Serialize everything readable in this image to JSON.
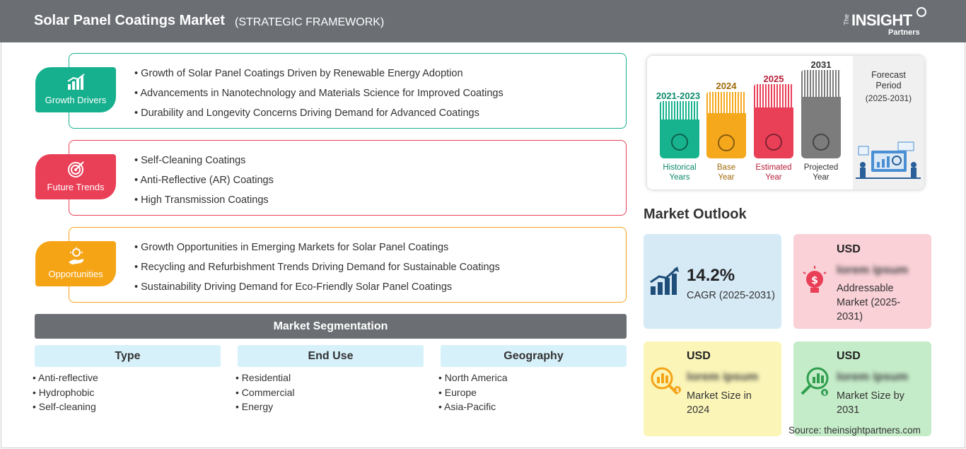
{
  "header": {
    "title": "Solar Panel Coatings Market",
    "subtitle": "(STRATEGIC FRAMEWORK)",
    "logo": {
      "the": "The",
      "insight": "INSIGHT",
      "partners": "Partners"
    }
  },
  "panels": {
    "growth_drivers": {
      "label": "Growth Drivers",
      "color": "#16b08e",
      "items": [
        "Growth of Solar Panel Coatings Driven by Renewable Energy Adoption",
        "Advancements in Nanotechnology and Materials Science for Improved Coatings",
        "Durability and Longevity Concerns Driving Demand for Advanced Coatings"
      ]
    },
    "future_trends": {
      "label": "Future Trends",
      "color": "#e94058",
      "items": [
        "Self-Cleaning Coatings",
        "Anti-Reflective (AR) Coatings",
        "High Transmission Coatings"
      ]
    },
    "opportunities": {
      "label": "Opportunities",
      "color": "#f5a416",
      "items": [
        "Growth Opportunities in Emerging Markets for Solar Panel Coatings",
        "Recycling and Refurbishment Trends Driving Demand for Sustainable Coatings",
        "Sustainability Driving Demand for Eco-Friendly Solar Panel Coatings"
      ]
    }
  },
  "segmentation": {
    "title": "Market Segmentation",
    "columns": [
      {
        "heading": "Type",
        "items": [
          "Anti-reflective",
          "Hydrophobic",
          "Self-cleaning"
        ]
      },
      {
        "heading": "End Use",
        "items": [
          "Residential",
          "Commercial",
          "Energy"
        ]
      },
      {
        "heading": "Geography",
        "items": [
          "North America",
          "Europe",
          "Asia-Pacific"
        ]
      }
    ]
  },
  "timeline": {
    "periods": [
      {
        "year": "2021-2023",
        "label": [
          "Historical",
          "Years"
        ],
        "color": "#17b38f",
        "text_color": "#0e8a6d",
        "icon": "history-icon"
      },
      {
        "year": "2024",
        "label": [
          "Base",
          "Year"
        ],
        "color": "#f6a81c",
        "text_color": "#a06a0a",
        "icon": "calendar-icon"
      },
      {
        "year": "2025",
        "label": [
          "Estimated",
          "Year"
        ],
        "color": "#e94058",
        "text_color": "#b8213a",
        "icon": "estimate-icon"
      },
      {
        "year": "2031",
        "label": [
          "Projected",
          "Year"
        ],
        "color": "#7c7c7c",
        "text_color": "#333333",
        "icon": "projection-icon"
      }
    ],
    "forecast": {
      "title": [
        "Forecast",
        "Period"
      ],
      "range": "(2025-2031)"
    }
  },
  "outlook": {
    "title": "Market Outlook",
    "cagr": {
      "value": "14.2%",
      "label": "CAGR (2025-2031)",
      "color": "#d6eaf6"
    },
    "addressable": {
      "currency": "USD",
      "value": "lorem ipsum",
      "label": [
        "Addressable",
        "Market (2025-",
        "2031)"
      ],
      "color": "#f9d1d7"
    },
    "size_2024": {
      "currency": "USD",
      "value": "lorem ipsum",
      "label": [
        "Market Size in",
        "2024"
      ],
      "color": "#fbf5b8"
    },
    "size_2031": {
      "currency": "USD",
      "value": "lorem ipsum",
      "label": [
        "Market Size by",
        "2031"
      ],
      "color": "#c5ecc9"
    }
  },
  "source": "Source: theinsightpartners.com"
}
